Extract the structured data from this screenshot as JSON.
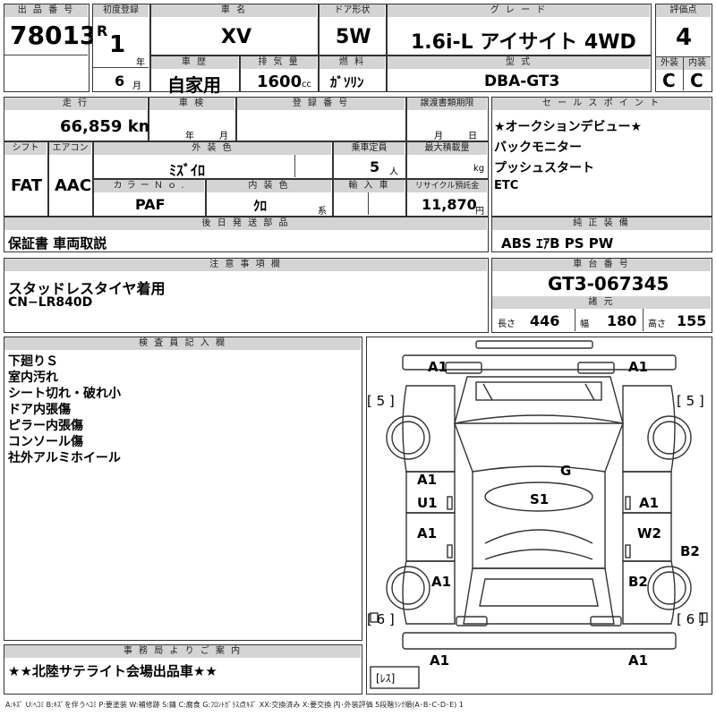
{
  "header": {
    "lot_label": "出 品 番 号",
    "lot_number": "78013",
    "first_reg_label": "初度登録",
    "era": "R",
    "reg_year": "1",
    "year_unit": "年",
    "reg_month": "6",
    "month_unit": "月",
    "car_name_label": "車 名",
    "car_name": "XV",
    "door_label": "ドア形状",
    "door": "5W",
    "grade_label": "グ レ ー ド",
    "grade": "1.6i-L アイサイト 4WD",
    "score_label": "評価点",
    "score": "4",
    "history_label": "車 歴",
    "history": "自家用",
    "displacement_label": "排 気 量",
    "displacement": "1600",
    "displacement_unit": "cc",
    "fuel_label": "燃 料",
    "fuel": "ｶﾞｿﾘﾝ",
    "model_label": "型 式",
    "model": "DBA-GT3",
    "exterior_label": "外装",
    "exterior_score": "C",
    "interior_label": "内装",
    "interior_score": "C"
  },
  "row2": {
    "mileage_label": "走 行",
    "mileage": "66,859 km",
    "inspection_label": "車 検",
    "year_unit": "年",
    "month_unit": "月",
    "plate_label": "登 録 番 号",
    "transfer_label": "譲渡書類期限",
    "month_unit2": "月",
    "day_unit": "日"
  },
  "row3": {
    "shift_label": "シフト",
    "shift": "FAT",
    "aircon_label": "エアコン",
    "aircon": "AAC",
    "ext_color_label": "外 装 色",
    "ext_color": "ﾐｽﾞｲﾛ",
    "capacity_label": "乗車定員",
    "capacity": "5",
    "capacity_unit": "人",
    "load_label": "最大積載量",
    "load_unit": "kg",
    "color_no_label": "カ ラ ー Ｎ ｏ .",
    "color_no": "PAF",
    "int_color_label": "内 装 色",
    "int_color": "ｸﾛ",
    "int_color_unit": "系",
    "import_label": "輸 入 車",
    "recycle_label": "リサイクル預託金",
    "recycle": "11,870",
    "recycle_unit": "円"
  },
  "sales_points": {
    "label": "セ ー ル ス ポ イ ン ト",
    "items": [
      "★オークションデビュー★",
      "バックモニター",
      "プッシュスタート",
      "ETC"
    ]
  },
  "later_parts": {
    "label": "後 日 発 送 部 品",
    "text": "保証書 車両取説"
  },
  "equipment": {
    "label": "純 正 装 備",
    "text": "ABS ｴｱB PS PW"
  },
  "notes": {
    "label": "注 意 事 項 欄",
    "lines": [
      "スタッドレスタイヤ着用",
      "CN−LR840D"
    ]
  },
  "chassis": {
    "label": "車 台 番 号",
    "number": "GT3-067345",
    "spec_label": "諸 元",
    "length_label": "長さ",
    "length": "446",
    "width_label": "幅",
    "width": "180",
    "height_label": "高さ",
    "height": "155"
  },
  "inspector": {
    "label": "検 査 員 記 入 欄",
    "lines": [
      "下廻りＳ",
      "室内汚れ",
      "シート切れ・破れ小",
      "ドア内張傷",
      "ピラー内張傷",
      "コンソール傷",
      "社外アルミホイール"
    ]
  },
  "office": {
    "label": "事 務 局 よ り ご 案 内",
    "text": "★★北陸サテライト会場出品車★★"
  },
  "diagram": {
    "front_left": "A1",
    "front_right": "A1",
    "rear_left": "A1",
    "rear_right": "A1",
    "tire_fl": "[ 5 ]",
    "tire_fr": "[ 5 ]",
    "tire_rl": "[ 6 ]",
    "tire_rr": "[ 6 ]",
    "roof": "G",
    "center": "S1",
    "l_front_door_a": "A1",
    "l_front_door_u": "U1",
    "l_rear_door": "A1",
    "l_rear_fender": "A1",
    "r_front_door": "A1",
    "r_rear_door": "W2",
    "r_rear_side": "B2",
    "r_rear_fender": "B2",
    "spare": "[ﾚｽ]"
  },
  "legend": "A:ｷｽﾞ U:ﾍｺﾐ B:ｷｽﾞを伴うﾍｺﾐ P:要塗装 W:補修跡 S:錆 C:腐食 G:ﾌﾛﾝﾄｶﾞﾗｽ点ｷｽﾞ XX:交換済み X:要交換 内･外装評価 5段階ﾗﾝｸ順(A･B･C･D･E) 1"
}
